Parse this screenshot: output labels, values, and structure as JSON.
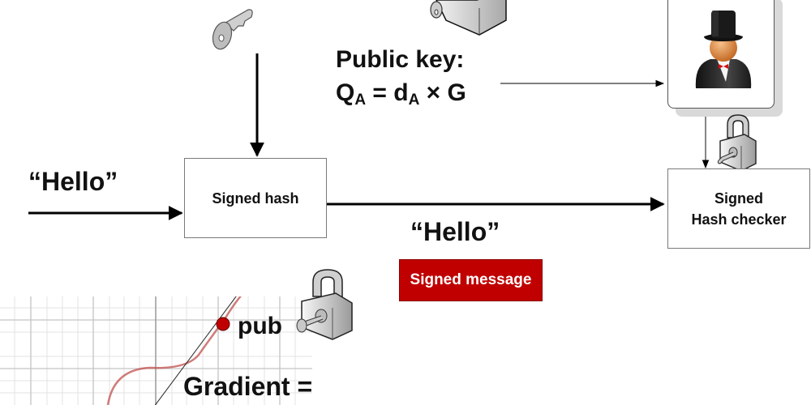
{
  "diagram": {
    "title": "ECDSA message signing and verification",
    "nodes": {
      "signer_box": {
        "label": "Signed hash"
      },
      "checker_box": {
        "label_line1": "Signed",
        "label_line2": "Hash checker"
      },
      "recipient": {
        "icon": "person-top-hat-icon"
      }
    },
    "labels": {
      "input_message": "“Hello”",
      "output_message": "“Hello”",
      "public_key_heading": "Public key:",
      "formula": {
        "Q": "Q",
        "Q_sub": "A",
        "eq": " = ",
        "d": "d",
        "d_sub": "A",
        "times": " × G"
      },
      "signed_message_badge": "Signed message",
      "pub_point": "pub",
      "gradient": "Gradient ="
    },
    "icons": {
      "private_key": "key-icon",
      "top_padlock": "padlock-with-key-icon",
      "checker_padlock": "padlock-with-key-icon",
      "curve_padlock": "padlock-with-key-icon"
    },
    "edges": [
      {
        "from": "private_key",
        "to": "signer_box"
      },
      {
        "from": "input_message",
        "to": "signer_box"
      },
      {
        "from": "signer_box",
        "to": "checker_box"
      },
      {
        "from": "public_key_formula",
        "to": "recipient"
      },
      {
        "from": "recipient",
        "to": "checker_box"
      }
    ],
    "colors": {
      "badge": "#c00000",
      "curve": "#c0504d",
      "point": "#c00000"
    }
  }
}
